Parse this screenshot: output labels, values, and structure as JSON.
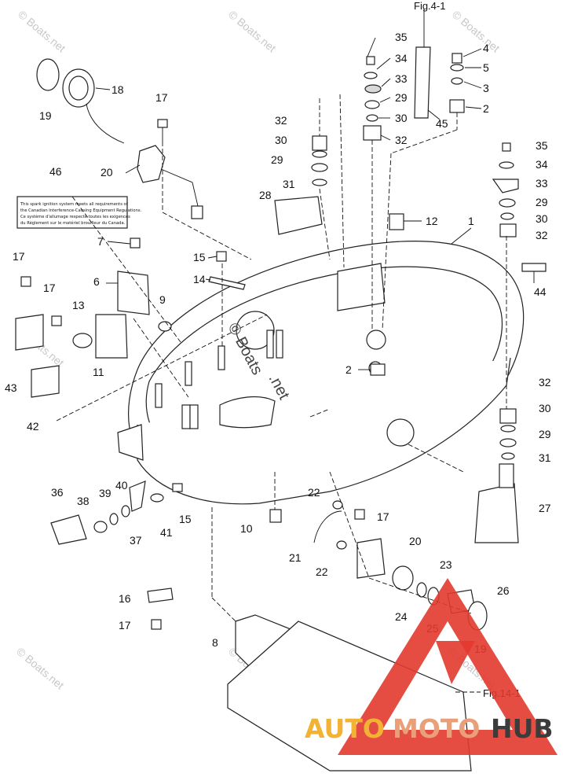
{
  "refs": {
    "fig_4_1": "Fig.4-1",
    "fig_14_1": "Fig.14-1"
  },
  "callouts": [
    {
      "id": "c35a",
      "text": "35"
    },
    {
      "id": "c34a",
      "text": "34"
    },
    {
      "id": "c33a",
      "text": "33"
    },
    {
      "id": "c29a",
      "text": "29"
    },
    {
      "id": "c30a",
      "text": "30"
    },
    {
      "id": "c32a",
      "text": "32"
    },
    {
      "id": "c45",
      "text": "45"
    },
    {
      "id": "c4",
      "text": "4"
    },
    {
      "id": "c5",
      "text": "5"
    },
    {
      "id": "c3",
      "text": "3"
    },
    {
      "id": "c2a",
      "text": "2"
    },
    {
      "id": "c18",
      "text": "18"
    },
    {
      "id": "c19a",
      "text": "19"
    },
    {
      "id": "c17a",
      "text": "17"
    },
    {
      "id": "c20a",
      "text": "20"
    },
    {
      "id": "c46",
      "text": "46"
    },
    {
      "id": "c32b",
      "text": "32"
    },
    {
      "id": "c30b",
      "text": "30"
    },
    {
      "id": "c29b",
      "text": "29"
    },
    {
      "id": "c31a",
      "text": "31"
    },
    {
      "id": "c28",
      "text": "28"
    },
    {
      "id": "c12",
      "text": "12"
    },
    {
      "id": "c1",
      "text": "1"
    },
    {
      "id": "c35b",
      "text": "35"
    },
    {
      "id": "c34b",
      "text": "34"
    },
    {
      "id": "c33b",
      "text": "33"
    },
    {
      "id": "c29c",
      "text": "29"
    },
    {
      "id": "c30c",
      "text": "30"
    },
    {
      "id": "c32c",
      "text": "32"
    },
    {
      "id": "c44",
      "text": "44"
    },
    {
      "id": "c7",
      "text": "7"
    },
    {
      "id": "c15a",
      "text": "15"
    },
    {
      "id": "c14",
      "text": "14"
    },
    {
      "id": "c17b",
      "text": "17"
    },
    {
      "id": "c6",
      "text": "6"
    },
    {
      "id": "c17c",
      "text": "17"
    },
    {
      "id": "c9",
      "text": "9"
    },
    {
      "id": "c13",
      "text": "13"
    },
    {
      "id": "c11",
      "text": "11"
    },
    {
      "id": "c43",
      "text": "43"
    },
    {
      "id": "c42",
      "text": "42"
    },
    {
      "id": "c2b",
      "text": "2"
    },
    {
      "id": "c32d",
      "text": "32"
    },
    {
      "id": "c30d",
      "text": "30"
    },
    {
      "id": "c29d",
      "text": "29"
    },
    {
      "id": "c31b",
      "text": "31"
    },
    {
      "id": "c27",
      "text": "27"
    },
    {
      "id": "c36",
      "text": "36"
    },
    {
      "id": "c38",
      "text": "38"
    },
    {
      "id": "c39",
      "text": "39"
    },
    {
      "id": "c40",
      "text": "40"
    },
    {
      "id": "c37",
      "text": "37"
    },
    {
      "id": "c41",
      "text": "41"
    },
    {
      "id": "c15b",
      "text": "15"
    },
    {
      "id": "c10",
      "text": "10"
    },
    {
      "id": "c22a",
      "text": "22"
    },
    {
      "id": "c17d",
      "text": "17"
    },
    {
      "id": "c20b",
      "text": "20"
    },
    {
      "id": "c21",
      "text": "21"
    },
    {
      "id": "c22b",
      "text": "22"
    },
    {
      "id": "c23",
      "text": "23"
    },
    {
      "id": "c16",
      "text": "16"
    },
    {
      "id": "c17e",
      "text": "17"
    },
    {
      "id": "c24",
      "text": "24"
    },
    {
      "id": "c25",
      "text": "25"
    },
    {
      "id": "c26",
      "text": "26"
    },
    {
      "id": "c19b",
      "text": "19"
    },
    {
      "id": "c8",
      "text": "8"
    }
  ],
  "notice_label": {
    "lines": [
      "This spark ignition system meets all requirements of",
      "the Canadian Interference-Causing Equipment Regulations.",
      "Ce système d'allumage respecte toutes les exigences",
      "du Règlement sur le matériel brouilleur du Canada."
    ]
  },
  "watermarks": {
    "source": "© Boats.net",
    "center_a": "© Boats",
    "center_b": ".net"
  },
  "logo": {
    "part1": "AUTO",
    "part2": "MOTO",
    "part3": "HUB",
    "colors": {
      "auto": "#f2b233",
      "moto": "#e9a07a",
      "hub": "#3c3c3c",
      "triangle": "#e23a2e"
    }
  }
}
